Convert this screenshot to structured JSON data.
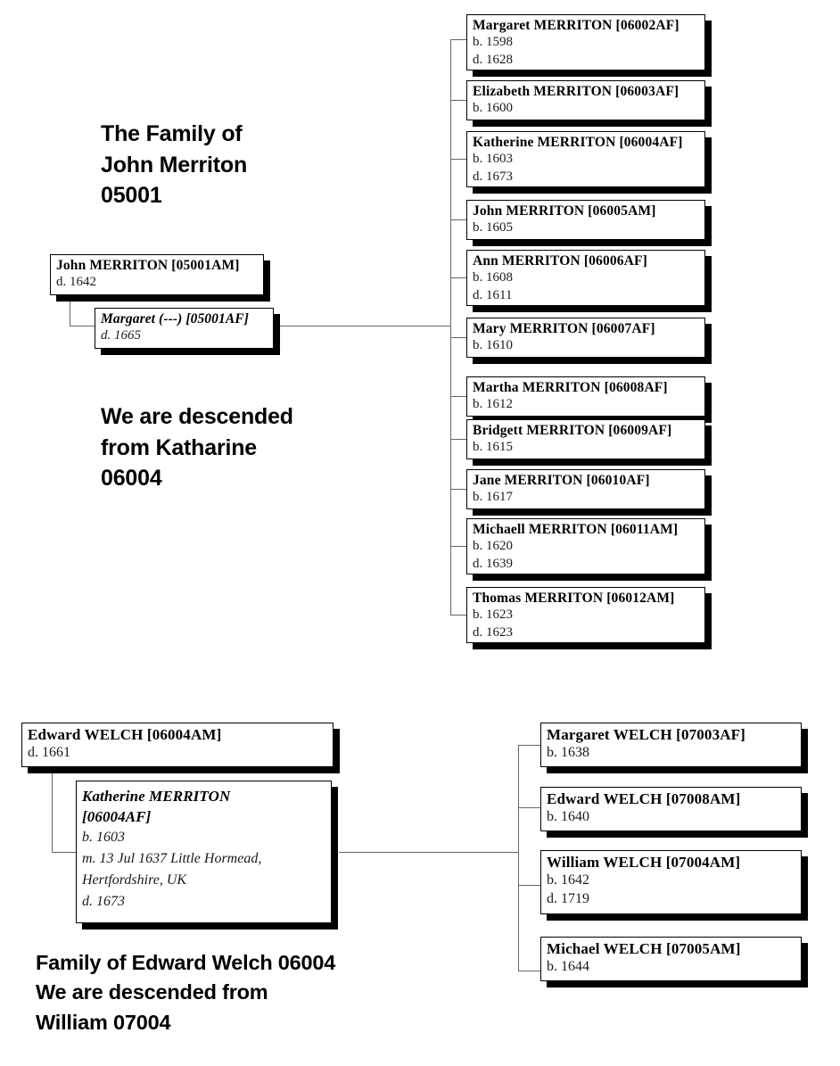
{
  "page": {
    "title": "Merriton / Welch family tree chart"
  },
  "headings": {
    "family_of_john": "The Family of\nJohn Merriton\n05001",
    "descended_katharine": "We are descended\nfrom Katharine\n06004",
    "family_of_edward": "Family of Edward Welch 06004\nWe are descended from\nWilliam 07004"
  },
  "chart_top": {
    "father": {
      "name": "John MERRITON [05001AM]",
      "details": "d. 1642"
    },
    "mother": {
      "name": "Margaret (---) [05001AF]",
      "details": "d. 1665"
    },
    "children": [
      {
        "name": "Margaret MERRITON [06002AF]",
        "details": "b. 1598\nd. 1628"
      },
      {
        "name": "Elizabeth MERRITON [06003AF]",
        "details": "b. 1600"
      },
      {
        "name": "Katherine MERRITON [06004AF]",
        "details": "b. 1603\nd. 1673"
      },
      {
        "name": "John MERRITON [06005AM]",
        "details": "b. 1605"
      },
      {
        "name": "Ann MERRITON [06006AF]",
        "details": "b. 1608\nd. 1611"
      },
      {
        "name": "Mary MERRITON [06007AF]",
        "details": "b. 1610"
      },
      {
        "name": "Martha MERRITON [06008AF]",
        "details": "b. 1612"
      },
      {
        "name": "Bridgett MERRITON [06009AF]",
        "details": "b. 1615"
      },
      {
        "name": "Jane MERRITON [06010AF]",
        "details": "b. 1617"
      },
      {
        "name": "Michaell MERRITON [06011AM]",
        "details": "b. 1620\nd. 1639"
      },
      {
        "name": "Thomas MERRITON [06012AM]",
        "details": "b. 1623\nd. 1623"
      }
    ]
  },
  "chart_bottom": {
    "father": {
      "name": "Edward WELCH [06004AM]",
      "details": "d. 1661"
    },
    "mother": {
      "name": "Katherine MERRITON\n[06004AF]",
      "details": "b. 1603\nm. 13 Jul 1637 Little Hormead,\nHertfordshire, UK\nd. 1673"
    },
    "children": [
      {
        "name": "Margaret WELCH [07003AF]",
        "details": "b. 1638"
      },
      {
        "name": "Edward WELCH [07008AM]",
        "details": "b. 1640"
      },
      {
        "name": "William WELCH [07004AM]",
        "details": "b. 1642\nd. 1719"
      },
      {
        "name": "Michael WELCH [07005AM]",
        "details": "b. 1644"
      }
    ]
  },
  "colors": {
    "box_border": "#000000",
    "box_shadow": "#000000",
    "line": "#666666",
    "text": "#000000",
    "background": "#ffffff"
  }
}
